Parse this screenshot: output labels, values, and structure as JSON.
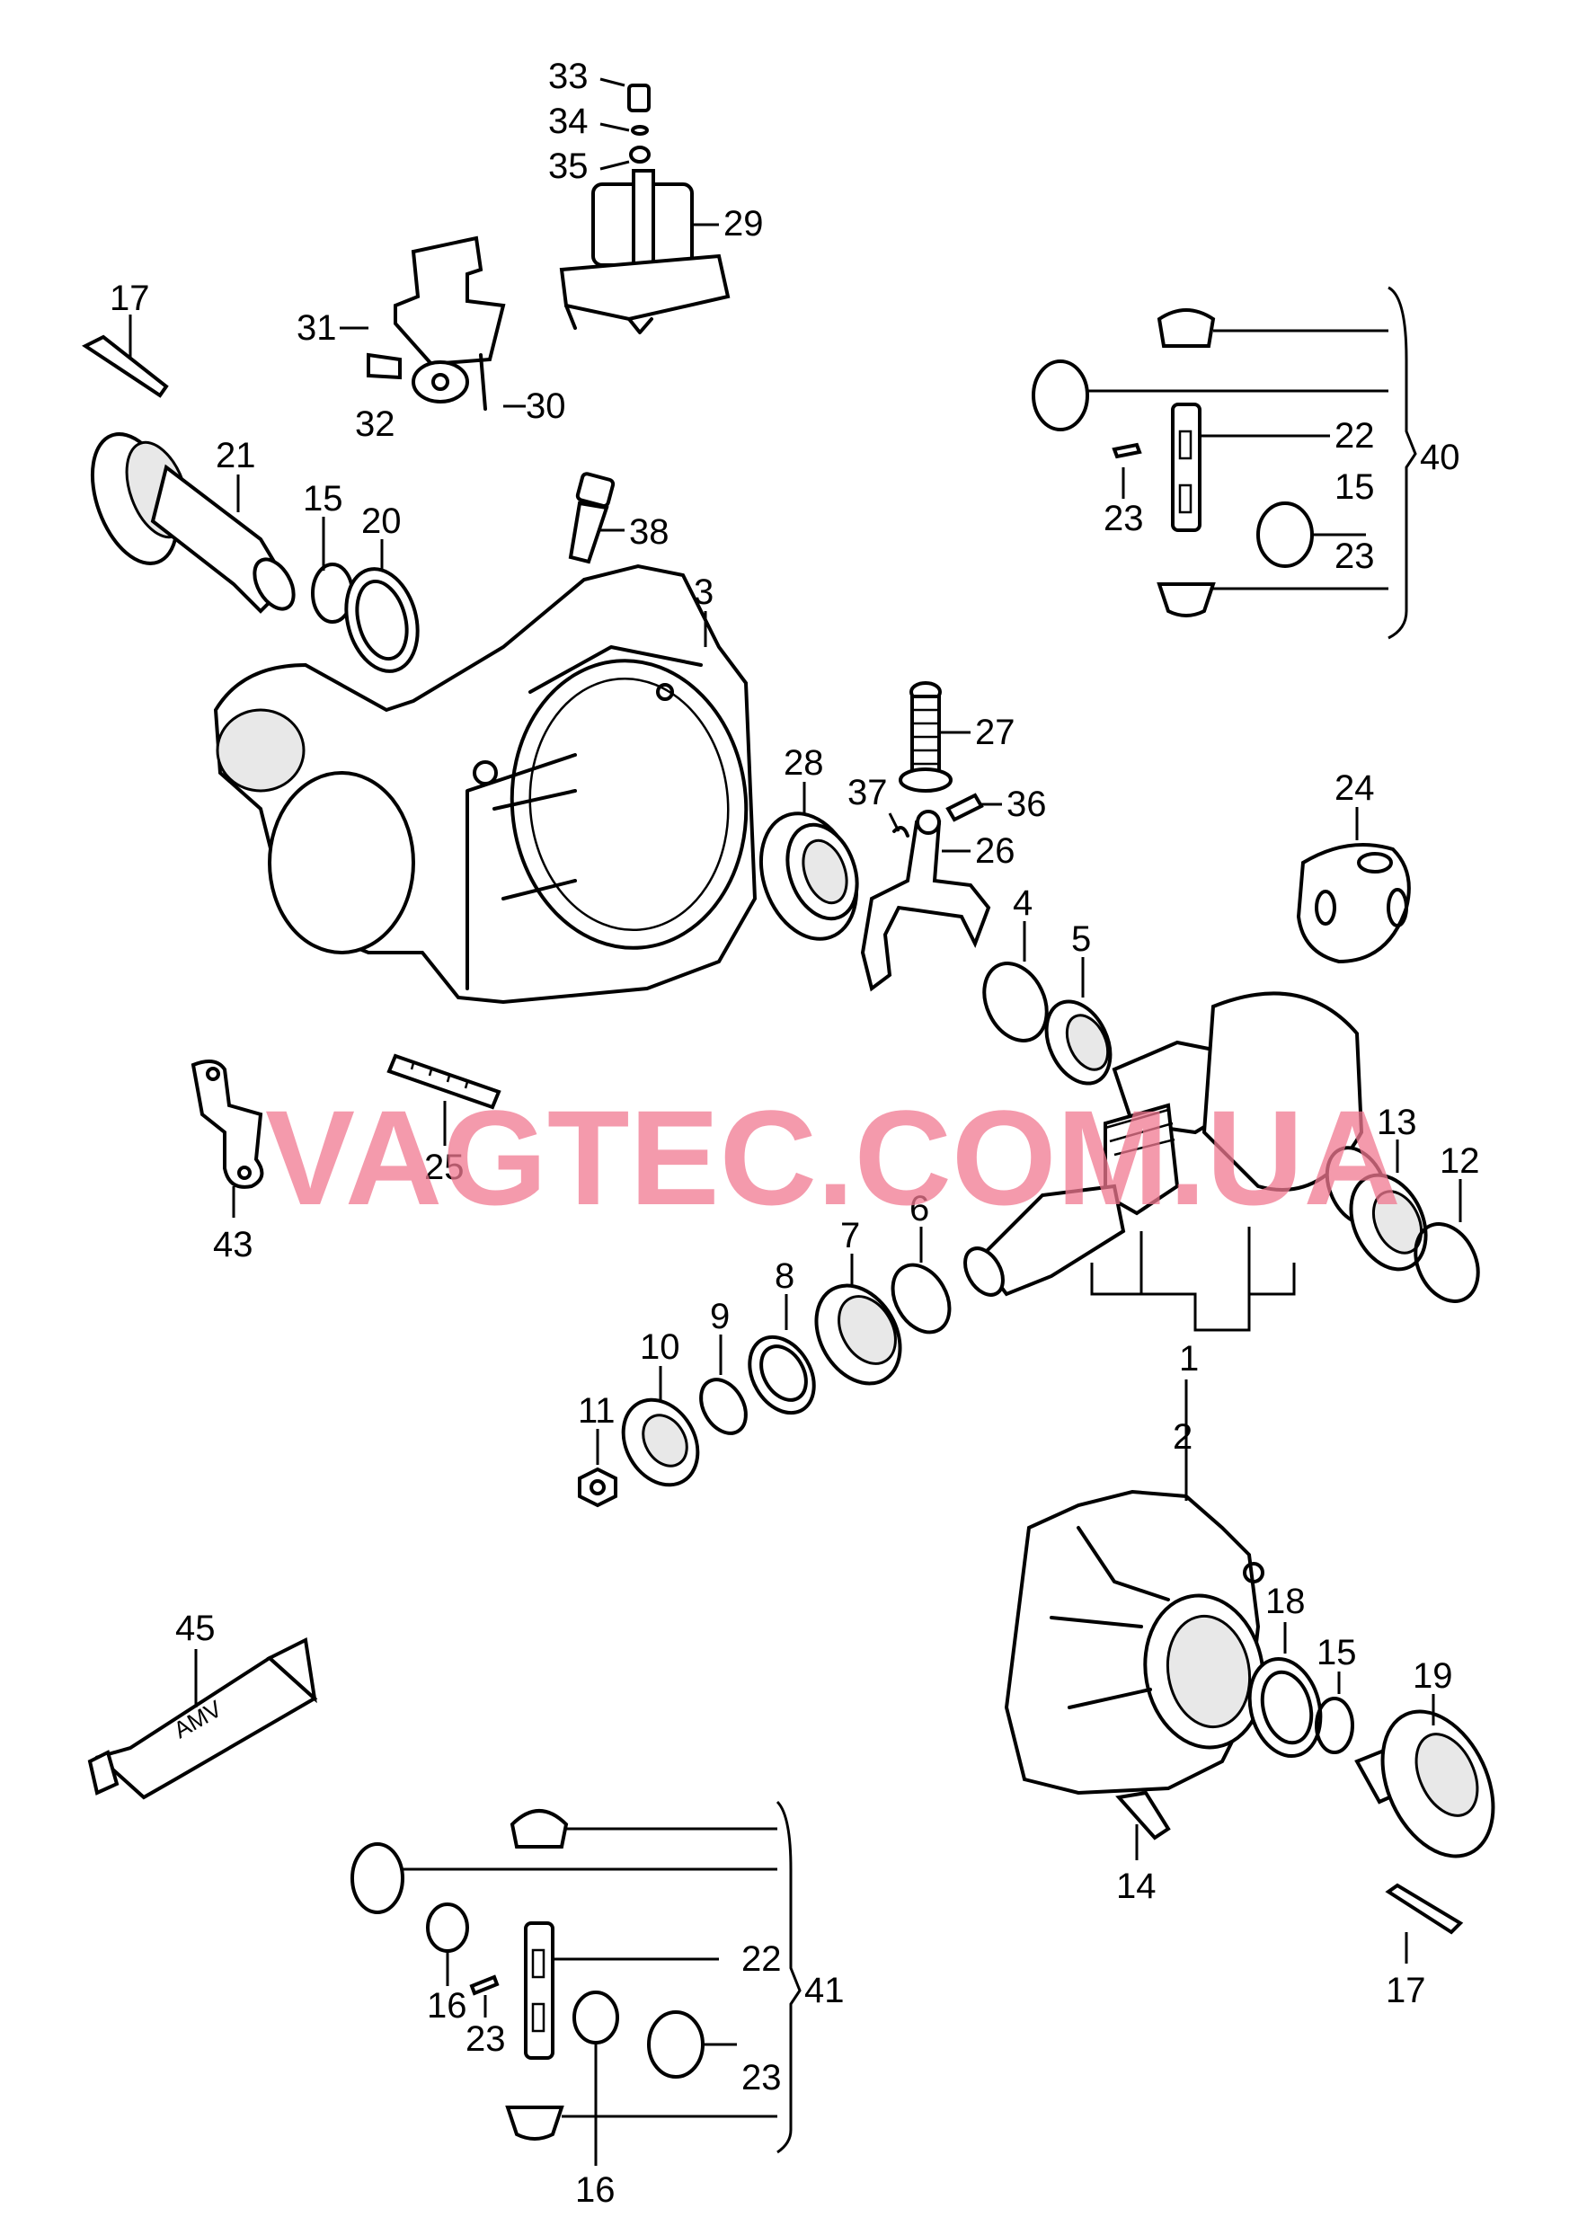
{
  "watermark": "VAGTEC.COM.UA",
  "tube_text": "AMV",
  "callouts": [
    "1",
    "2",
    "3",
    "4",
    "5",
    "6",
    "7",
    "8",
    "9",
    "10",
    "11",
    "12",
    "13",
    "14",
    "15",
    "16",
    "17",
    "19",
    "18",
    "20",
    "21",
    "22",
    "23",
    "24",
    "25",
    "26",
    "27",
    "28",
    "29",
    "30",
    "31",
    "32",
    "33",
    "34",
    "35",
    "36",
    "37",
    "38",
    "40",
    "41",
    "43",
    "45"
  ],
  "labels_extra": {
    "l15b": "15",
    "l15c": "15",
    "l16b": "16",
    "l17b": "17",
    "l22b": "22",
    "l23b": "23",
    "l23c": "23",
    "l23d": "23"
  }
}
